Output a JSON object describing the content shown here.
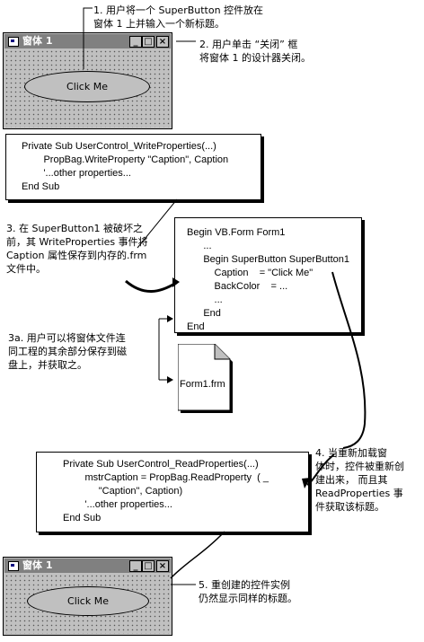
{
  "window_title": "窗体 1",
  "button_label": "Click Me",
  "min_btn": "_",
  "max_btn": "□",
  "close_btn": "×",
  "step1": [
    "1.     用户将一个 SuperButton 控件放在",
    "窗体 1 上并输入一个新标题。"
  ],
  "step2": [
    "2.     用户单击 “关闭” 框",
    "将窗体 1 的设计器关闭。"
  ],
  "write_code": [
    "Private Sub UserControl_WriteProperties(...)",
    "        PropBag.WriteProperty \"Caption\", Caption",
    "        '...other properties...",
    "End Sub"
  ],
  "step3": [
    "3.     在 SuperButton1 被破坏之",
    "前，其 WriteProperties 事件将",
    "Caption 属性保存到内存的.frm",
    "文件中。"
  ],
  "frm_code": [
    "Begin VB.Form Form1",
    "      ...",
    "      Begin SuperButton SuperButton1",
    "          Caption    = \"Click Me\"",
    "          BackColor    = ...",
    "          ...",
    "      End",
    "End"
  ],
  "step3a": [
    "3a.   用户可以将窗体文件连",
    "同工程的其余部分保存到磁",
    "盘上，并获取之。"
  ],
  "file_name": "Form1.frm",
  "step4": [
    "4.     当重新加载窗",
    "体时，控件被重新创",
    "建出来，  而且其",
    "ReadProperties  事",
    "件获取该标题。"
  ],
  "read_code": [
    "Private Sub UserControl_ReadProperties(...)",
    "        mstrCaption = PropBag.ReadProperty  ( _",
    "             \"Caption\", Caption)",
    "        '...other properties...",
    "End Sub"
  ],
  "step5": [
    "5.     重创建的控件实例",
    "仍然显示同样的标题。"
  ]
}
